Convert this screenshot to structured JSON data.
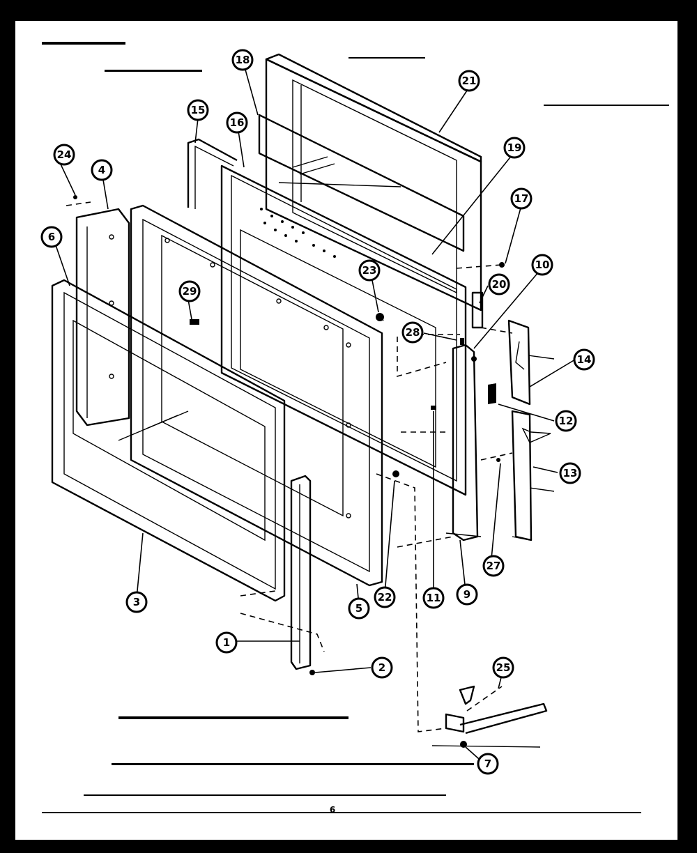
{
  "page_number": "6",
  "callouts": [
    {
      "id": "c1",
      "label": "1"
    },
    {
      "id": "c2",
      "label": "2"
    },
    {
      "id": "c3",
      "label": "3"
    },
    {
      "id": "c4",
      "label": "4"
    },
    {
      "id": "c5",
      "label": "5"
    },
    {
      "id": "c6",
      "label": "6"
    },
    {
      "id": "c7",
      "label": "7"
    },
    {
      "id": "c9",
      "label": "9"
    },
    {
      "id": "c10",
      "label": "10"
    },
    {
      "id": "c11",
      "label": "11"
    },
    {
      "id": "c12",
      "label": "12"
    },
    {
      "id": "c13",
      "label": "13"
    },
    {
      "id": "c14",
      "label": "14"
    },
    {
      "id": "c15",
      "label": "15"
    },
    {
      "id": "c16",
      "label": "16"
    },
    {
      "id": "c17",
      "label": "17"
    },
    {
      "id": "c18",
      "label": "18"
    },
    {
      "id": "c19",
      "label": "19"
    },
    {
      "id": "c20",
      "label": "20"
    },
    {
      "id": "c21",
      "label": "21"
    },
    {
      "id": "c22",
      "label": "22"
    },
    {
      "id": "c23",
      "label": "23"
    },
    {
      "id": "c24",
      "label": "24"
    },
    {
      "id": "c25",
      "label": "25"
    },
    {
      "id": "c27",
      "label": "27"
    },
    {
      "id": "c28",
      "label": "28"
    },
    {
      "id": "c29",
      "label": "29"
    }
  ]
}
